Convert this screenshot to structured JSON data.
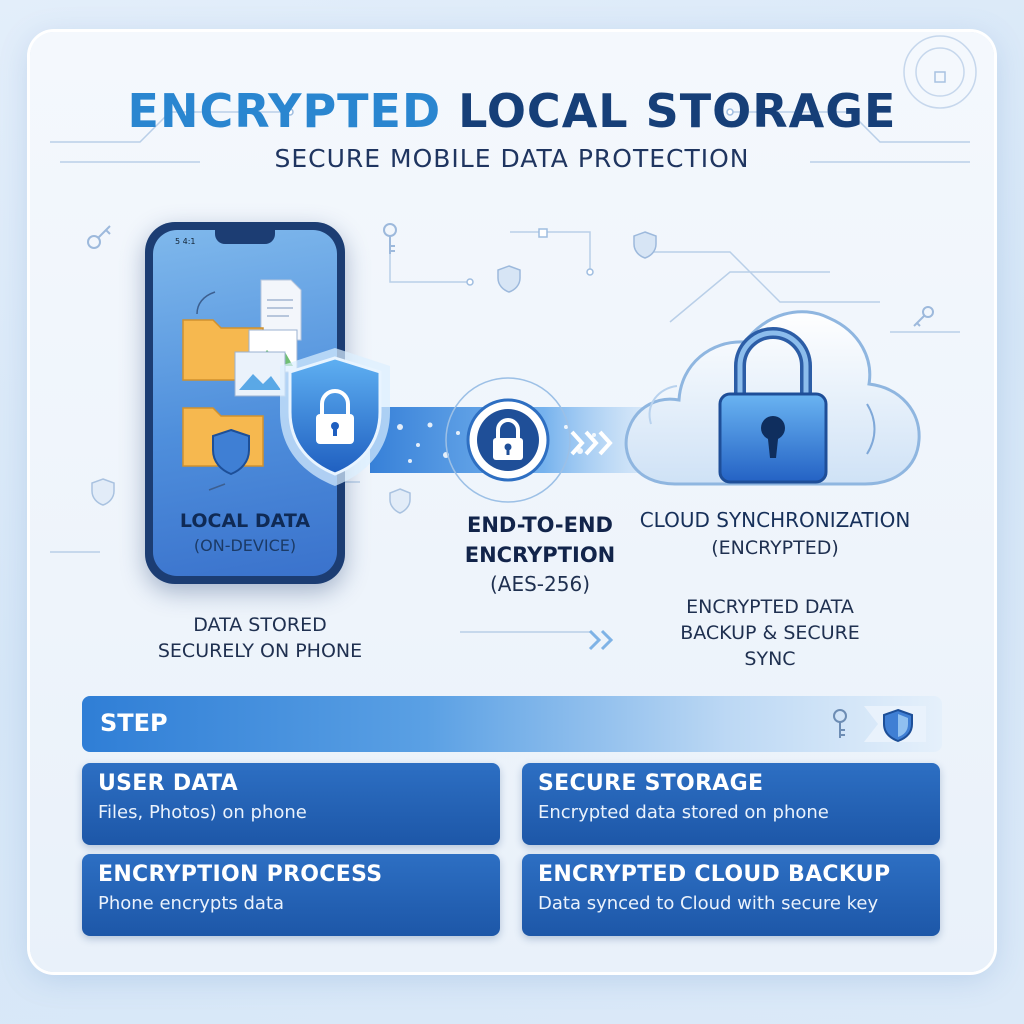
{
  "header": {
    "title_part1": "ENCRYPTED",
    "title_part2": "LOCAL STORAGE",
    "subtitle": "SECURE MOBILE DATA PROTECTION"
  },
  "phone": {
    "status_left": "5 4:1",
    "label_line1": "LOCAL DATA",
    "label_line2": "(ON-DEVICE)",
    "caption_line1": "DATA STORED",
    "caption_line2": "SECURELY ON PHONE"
  },
  "encryption": {
    "label_line1": "END-TO-END",
    "label_line2": "ENCRYPTION",
    "label_line3": "(AES-256)"
  },
  "cloud": {
    "label_line1": "CLOUD SYNCHRONIZATION",
    "label_line2": "(ENCRYPTED)",
    "caption_line1": "ENCRYPTED DATA",
    "caption_line2": "BACKUP & SECURE",
    "caption_line3": "SYNC"
  },
  "steps": {
    "header": "STEP",
    "cards": [
      {
        "title": "USER DATA",
        "desc": "Files, Photos) on phone"
      },
      {
        "title": "SECURE STORAGE",
        "desc": "Encrypted data stored on phone"
      },
      {
        "title": "ENCRYPTION PROCESS",
        "desc": "Phone encrypts data"
      },
      {
        "title": "ENCRYPTED CLOUD BACKUP",
        "desc": "Data synced to Cloud with secure key"
      }
    ]
  },
  "colors": {
    "accent": "#2a86d0",
    "navy": "#163f78",
    "card": "#1d57a8"
  },
  "icons": [
    "key-icon",
    "shield-icon",
    "folder-icon",
    "document-icon",
    "image-icon",
    "padlock-icon",
    "cloud-icon",
    "chevron-right-icon"
  ]
}
